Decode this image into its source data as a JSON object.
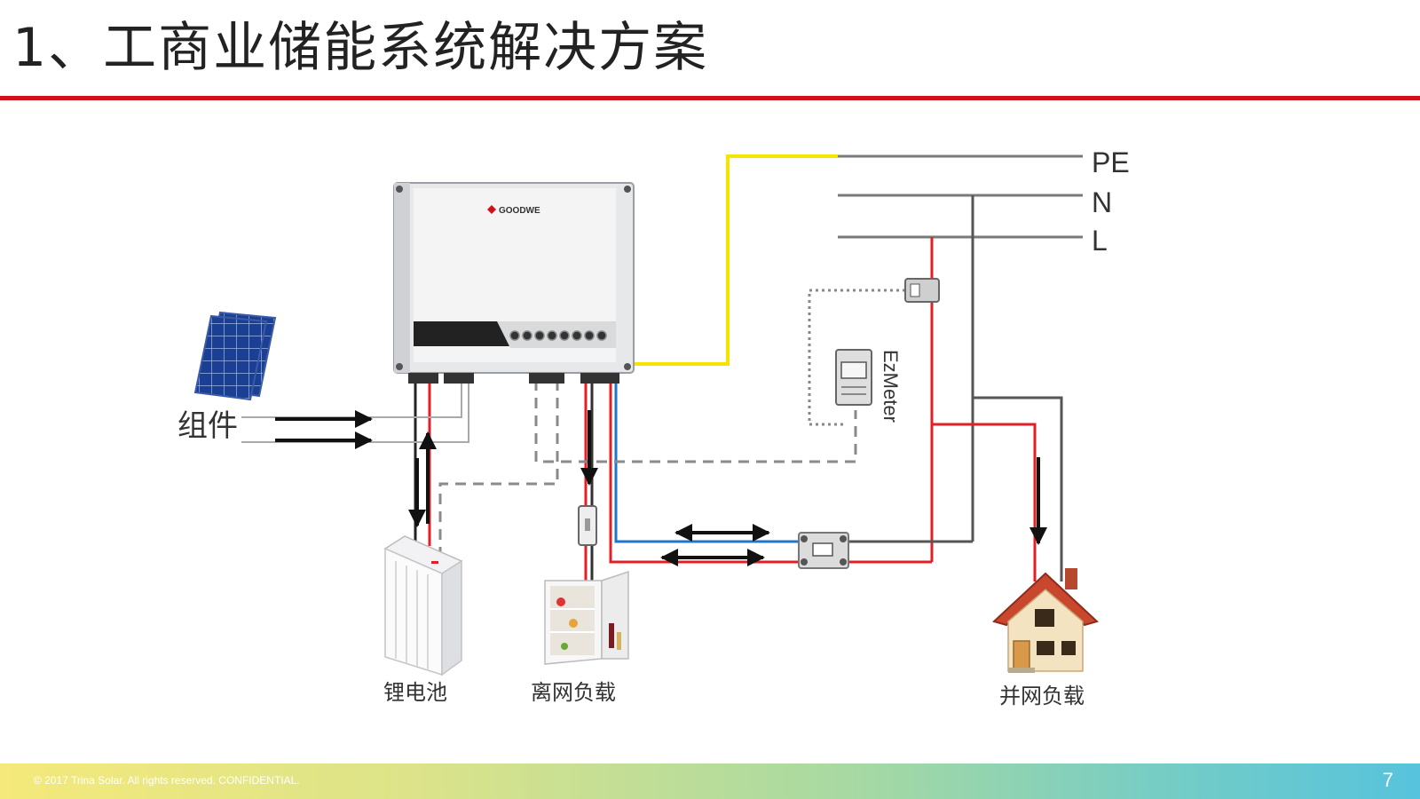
{
  "slide": {
    "title": "1、工商业储能系统解决方案",
    "page_number": "7",
    "footer": "© 2017 Trina Solar. All rights reserved. CONFIDENTIAL."
  },
  "diagram": {
    "inverter_brand": "GOODWE",
    "meter_label": "EzMeter",
    "lines": {
      "pe": "PE",
      "n": "N",
      "l": "L"
    },
    "labels": {
      "pv": "组件",
      "battery": "锂电池",
      "offgrid_load": "离网负载",
      "grid_load": "并网负载"
    },
    "colors": {
      "live": "#e21e26",
      "neutral": "#1f77c9",
      "earth": "#f4e400",
      "grid_line": "#7a7a7a",
      "comm": "#8a8a8a",
      "title_rule": "#d0101b"
    }
  }
}
